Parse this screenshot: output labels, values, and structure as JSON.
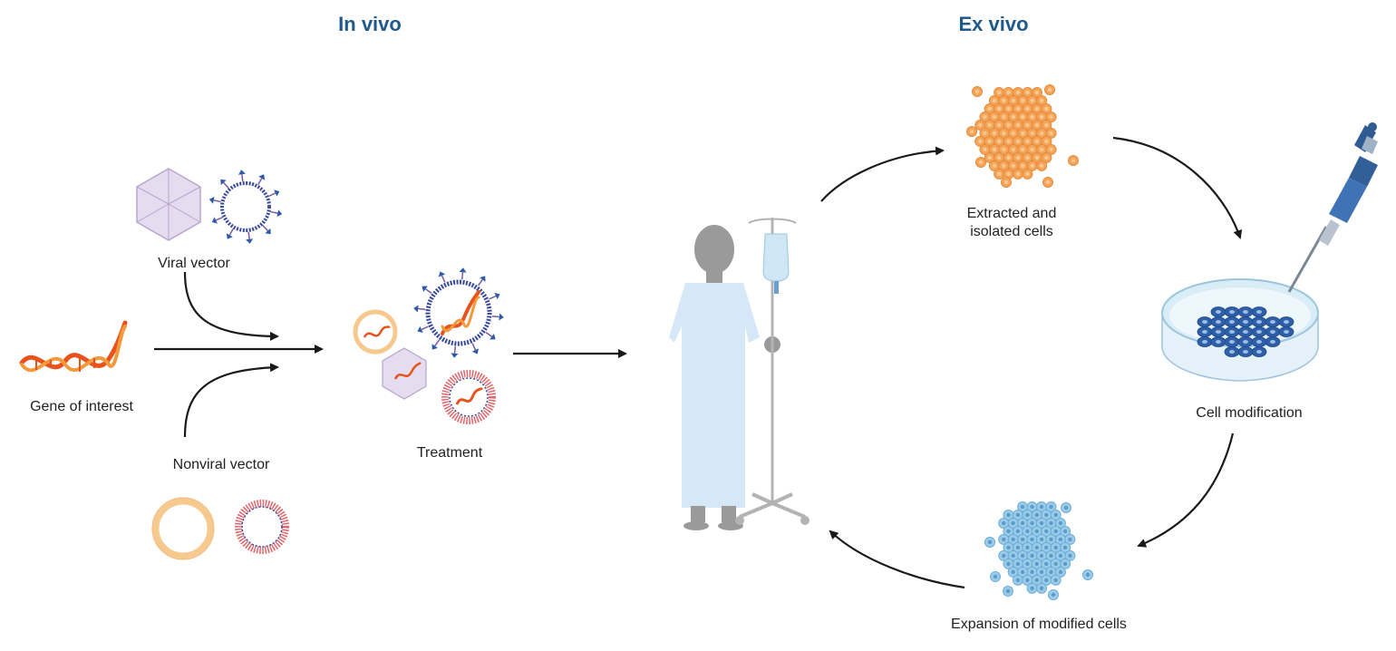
{
  "headings": {
    "in_vivo": "In vivo",
    "ex_vivo": "Ex vivo"
  },
  "labels": {
    "viral_vector": "Viral vector",
    "gene_of_interest": "Gene of interest",
    "nonviral_vector": "Nonviral vector",
    "treatment": "Treatment",
    "extracted_cells_line1": "Extracted and",
    "extracted_cells_line2": "isolated cells",
    "cell_modification": "Cell modification",
    "expansion_of_modified_cells": "Expansion of modified cells"
  },
  "colors": {
    "heading": "#1f5a8a",
    "dna_primary": "#e8531c",
    "dna_secondary": "#f39a3c",
    "capsid_fill": "#e6dcef",
    "capsid_stroke": "#b9a3cf",
    "enveloped_virus_ring": "#3a4a9a",
    "spike": "#2c5aa8",
    "liposome": "#f6c98f",
    "lipid_nanoparticle": "#e0676c",
    "extracted_cell": "#f5a55a",
    "modified_cell": "#9ccbe8",
    "patient": "#9a9a9a",
    "gown": "#d6e8f7",
    "iv_stand": "#b3b3b3",
    "petri_dish": "#d9edf7",
    "dish_cell": "#2f5fa7",
    "pipette": "#3f73b5",
    "arrow": "#1a1a1a"
  }
}
